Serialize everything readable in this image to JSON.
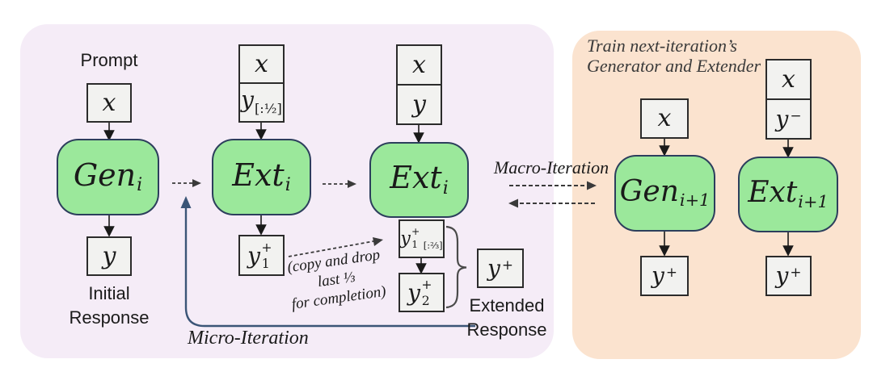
{
  "colors": {
    "left_panel_bg": "#f5ecf7",
    "right_panel_bg": "#fbe3cf",
    "node_fill": "#9be89b",
    "node_border": "#2c3e5c",
    "box_fill": "#f2f2f0",
    "loop_color": "#3b5577"
  },
  "left_panel": {
    "prompt_label": "Prompt",
    "initial_response_lines": [
      "Initial",
      "Response"
    ],
    "extended_response_lines": [
      "Extended",
      "Response"
    ],
    "micro_iteration_label": "Micro-Iteration",
    "macro_iteration_label": "Macro-Iteration",
    "copy_note_lines": [
      "(copy and drop",
      "last ⅓",
      "for completion)"
    ],
    "nodes": {
      "gen_i": {
        "base": "Gen",
        "sub": "i"
      },
      "ext_i_first": {
        "base": "Ext",
        "sub": "i"
      },
      "ext_i_second": {
        "base": "Ext",
        "sub": "i"
      }
    },
    "boxes": {
      "prompt_x": {
        "base": "x"
      },
      "initial_y": {
        "base": "y"
      },
      "ext1_in_x": {
        "base": "x"
      },
      "ext1_in_y_half": {
        "base": "y",
        "sub": "[:½]"
      },
      "ext1_out_y1": {
        "base": "y",
        "sub": "1",
        "sup": "+"
      },
      "ext2_in_x": {
        "base": "x"
      },
      "ext2_in_y": {
        "base": "y"
      },
      "ext2_out_y1_23": {
        "base": "y",
        "sub": "1",
        "sup": "+",
        "after_sub": "[:⅔]"
      },
      "ext2_out_y2": {
        "base": "y",
        "sub": "2",
        "sup": "+"
      },
      "extended_y": {
        "base": "y",
        "sup": "+"
      }
    }
  },
  "right_panel": {
    "title_lines": [
      "Train next-iteration’s",
      "Generator and Extender"
    ],
    "nodes": {
      "gen_next": {
        "base": "Gen",
        "sub": "i+1"
      },
      "ext_next": {
        "base": "Ext",
        "sub": "i+1"
      }
    },
    "boxes": {
      "gen_in_x": {
        "base": "x"
      },
      "gen_out_y": {
        "base": "y",
        "sup": "+"
      },
      "ext_in_x": {
        "base": "x"
      },
      "ext_in_y_minus": {
        "base": "y",
        "sup": "−"
      },
      "ext_out_y": {
        "base": "y",
        "sup": "+"
      }
    }
  }
}
